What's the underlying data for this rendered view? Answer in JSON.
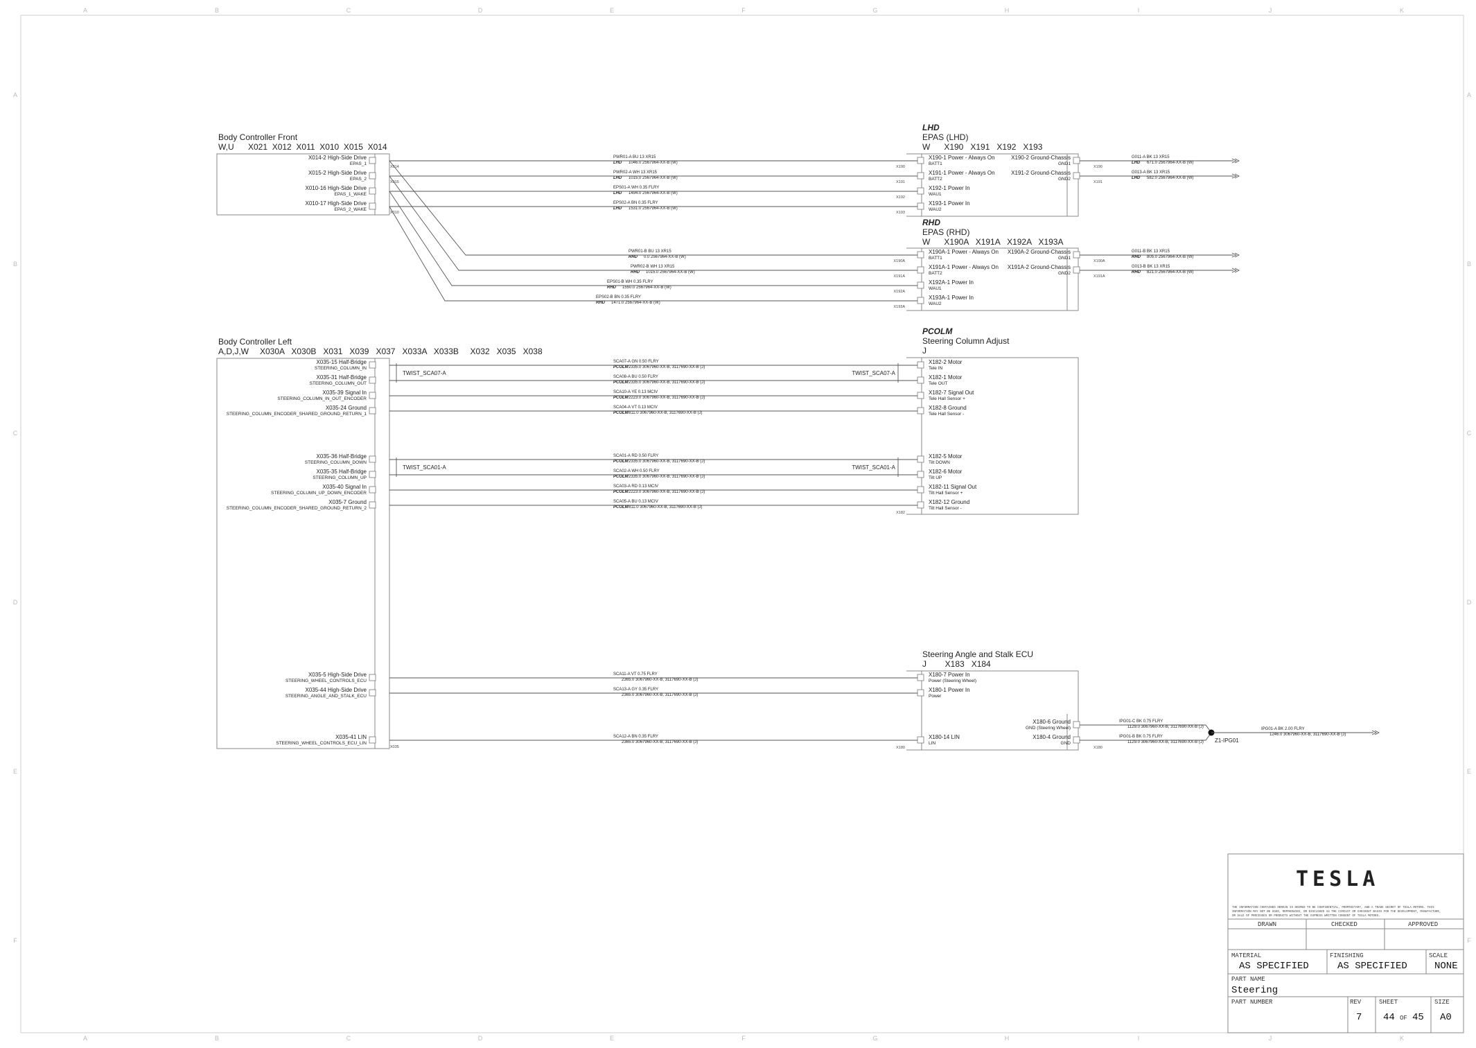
{
  "grid": {
    "columns": [
      "A",
      "B",
      "C",
      "D",
      "E",
      "F",
      "G",
      "H",
      "I",
      "J",
      "K"
    ],
    "rows": [
      "A",
      "B",
      "C",
      "D",
      "E",
      "F"
    ]
  },
  "bcf": {
    "title": "Body Controller Front",
    "variants": "W,U",
    "connectors": "X021  X012  X011  X010  X015  X014",
    "pins": [
      {
        "pin": "X014-2 High-Side Drive",
        "sig": "EPAS_1",
        "tag": "X014"
      },
      {
        "pin": "X015-2 High-Side Drive",
        "sig": "EPAS_2",
        "tag": "X015"
      },
      {
        "pin": "X010-16 High-Side Drive",
        "sig": "EPAS_1_WAKE",
        "tag": ""
      },
      {
        "pin": "X010-17 High-Side Drive",
        "sig": "EPAS_2_WAKE",
        "tag": "X010"
      }
    ]
  },
  "epas_lhd": {
    "variant": "LHD",
    "title": "EPAS (LHD)",
    "connectors": "W      X190   X191   X192   X193",
    "wires": [
      {
        "a": "PWR01-A   BU    13    XR15",
        "b": "1046.0    2567964-XX-B (W)",
        "v": "LHD"
      },
      {
        "a": "PWR02-A   WH    13    XR15",
        "b": "1015.0    2567964-XX-B (W)",
        "v": "LHD"
      },
      {
        "a": "EPS01-A   WH    0.35   FLRY",
        "b": "1494.0    2567964-XX-B (W)",
        "v": "LHD"
      },
      {
        "a": "EPS02-A   BN    0.35   FLRY",
        "b": "1531.0    2567964-XX-B (W)",
        "v": "LHD"
      }
    ],
    "tags": [
      "X190",
      "X191",
      "X192",
      "X193"
    ],
    "pins": [
      {
        "pin": "X190-1 Power - Always On",
        "sig": "BATT1"
      },
      {
        "pin": "X191-1 Power - Always On",
        "sig": "BATT2"
      },
      {
        "pin": "X192-1 Power In",
        "sig": "WAU1"
      },
      {
        "pin": "X193-1 Power In",
        "sig": "WAU2"
      }
    ],
    "gnd_pins": [
      {
        "pin": "X190-2 Ground-Chassis",
        "sig": "GND1",
        "tag": "X190"
      },
      {
        "pin": "X191-2 Ground-Chassis",
        "sig": "GND2",
        "tag": "X191"
      }
    ],
    "gnd_wires": [
      {
        "a": "G011-A   BK    13    XR15",
        "b": "671.0    2567964-XX-B (W)",
        "v": "LHD"
      },
      {
        "a": "G013-A   BK    13    XR15",
        "b": "582.0    2567964-XX-B (W)",
        "v": "LHD"
      }
    ]
  },
  "epas_rhd": {
    "variant": "RHD",
    "title": "EPAS (RHD)",
    "connectors": "W      X190A   X191A   X192A   X193A",
    "wires": [
      {
        "a": "PWR01-B   BU    13    XR15",
        "b": "0.0    2567964-XX-B (W)",
        "v": "RHD"
      },
      {
        "a": "PWR02-B   WH    13    XR15",
        "b": "1015.0    2567964-XX-B (W)",
        "v": "RHD"
      },
      {
        "a": "EPS01-B   WH    0.35   FLRY",
        "b": "1550.0    2567964-XX-B (W)",
        "v": "RHD"
      },
      {
        "a": "EPS02-B   BN    0.35   FLRY",
        "b": "1471.0    2567964-XX-B (W)",
        "v": "RHD"
      }
    ],
    "tags": [
      "X190A",
      "X191A",
      "X192A",
      "X193A"
    ],
    "pins": [
      {
        "pin": "X190A-1 Power - Always On",
        "sig": "BATT1"
      },
      {
        "pin": "X191A-1 Power - Always On",
        "sig": "BATT2"
      },
      {
        "pin": "X192A-1 Power In",
        "sig": "WAU1"
      },
      {
        "pin": "X193A-1 Power In",
        "sig": "WAU2"
      }
    ],
    "gnd_pins": [
      {
        "pin": "X190A-2 Ground-Chassis",
        "sig": "GND1",
        "tag": "X190A"
      },
      {
        "pin": "X191A-2 Ground-Chassis",
        "sig": "GND2",
        "tag": "X191A"
      }
    ],
    "gnd_wires": [
      {
        "a": "G011-B   BK    13    XR15",
        "b": "805.0    2567964-XX-B (W)",
        "v": "RHD"
      },
      {
        "a": "G013-B   BK    13    XR15",
        "b": "821.0    2567964-XX-B (W)",
        "v": "RHD"
      }
    ]
  },
  "bcl": {
    "title": "Body Controller Left",
    "variants": "A,D,J,W",
    "connectors": "X030A   X030B   X031   X039   X037   X033A   X033B     X032   X035   X038",
    "pins": [
      {
        "pin": "X035-15 Half-Bridge",
        "sig": "STEERING_COLUMN_IN"
      },
      {
        "pin": "X035-31 Half-Bridge",
        "sig": "STEERING_COLUMN_OUT"
      },
      {
        "pin": "X035-39 Signal In",
        "sig": "STEERING_COLUMN_IN_OUT_ENCODER"
      },
      {
        "pin": "X035-24 Ground",
        "sig": "STEERING_COLUMN_ENCODER_SHARED_GROUND_RETURN_1"
      },
      {
        "pin": "X035-36 Half-Bridge",
        "sig": "STEERING_COLUMN_DOWN"
      },
      {
        "pin": "X035-35 Half-Bridge",
        "sig": "STEERING_COLUMN_UP"
      },
      {
        "pin": "X035-40 Signal In",
        "sig": "STEERING_COLUMN_UP_DOWN_ENCODER"
      },
      {
        "pin": "X035-7 Ground",
        "sig": "STEERING_COLUMN_ENCODER_SHARED_GROUND_RETURN_2"
      },
      {
        "pin": "X035-5 High-Side Drive",
        "sig": "STEERING_WHEEL_CONTROLS_ECU"
      },
      {
        "pin": "X035-44 High-Side Drive",
        "sig": "STEERING_ANGLE_AND_STALK_ECU"
      },
      {
        "pin": "X035-41 LIN",
        "sig": "STEERING_WHEEL_CONTROLS_ECU_LIN"
      }
    ],
    "tag": "X035"
  },
  "pcolm": {
    "variant": "PCOLM",
    "title": "Steering Column Adjust",
    "connectors": "J",
    "twist_a": "TWIST_SCA07-A",
    "twist_b": "TWIST_SCA01-A",
    "tag": "X182",
    "wires": [
      {
        "a": "SCA07-A   GN    0.50   FLRY",
        "b": "2335.0    3067960-XX-B, 3117690-XX-B (J)",
        "v": "PCOLM"
      },
      {
        "a": "SCA08-A   BU    0.50   FLRY",
        "b": "2335.0    3067960-XX-B, 3117690-XX-B (J)",
        "v": "PCOLM"
      },
      {
        "a": "SCA10-A   YE    0.13   MCIV",
        "b": "2223.0    3067960-XX-B, 3117690-XX-B (J)",
        "v": "PCOLM"
      },
      {
        "a": "SCA04-A   VT    0.13   MCIV",
        "b": "811.0    3067960-XX-B, 3117690-XX-B (J)",
        "v": "PCOLM"
      },
      {
        "a": "SCA01-A   RD    0.50   FLRY",
        "b": "2335.0    3067960-XX-B, 3117690-XX-B (J)",
        "v": "PCOLM"
      },
      {
        "a": "SCA02-A   WH    0.50   FLRY",
        "b": "2335.0    3067960-XX-B, 3117690-XX-B (J)",
        "v": "PCOLM"
      },
      {
        "a": "SCA03-A   RD    0.13   MCIV",
        "b": "2223.0    3067960-XX-B, 3117690-XX-B (J)",
        "v": "PCOLM"
      },
      {
        "a": "SCA05-A   BU    0.13   MCIV",
        "b": "811.0    3067960-XX-B, 3117690-XX-B (J)",
        "v": "PCOLM"
      }
    ],
    "pins": [
      {
        "pin": "X182-2 Motor",
        "sig": "Tele IN"
      },
      {
        "pin": "X182-1 Motor",
        "sig": "Tele OUT"
      },
      {
        "pin": "X182-7 Signal Out",
        "sig": "Tele Hall Sensor +"
      },
      {
        "pin": "X182-8 Ground",
        "sig": "Tele Hall Sensor -"
      },
      {
        "pin": "X182-5 Motor",
        "sig": "Tilt DOWN"
      },
      {
        "pin": "X182-6 Motor",
        "sig": "Tilt UP"
      },
      {
        "pin": "X182-11 Signal Out",
        "sig": "Tilt Hall Sensor +"
      },
      {
        "pin": "X182-12 Ground",
        "sig": "Tilt Hall Sensor -"
      }
    ]
  },
  "sas": {
    "title": "Steering Angle and Stalk ECU",
    "connectors": "J        X183   X184",
    "tag": "X180",
    "wires": [
      {
        "a": "SCA11-A   VT    0.75   FLRY",
        "b": "2365.0    3067960-XX-B, 3117690-XX-B (J)"
      },
      {
        "a": "SCA13-A   GY    0.35   FLRY",
        "b": "2365.0    3067960-XX-B, 3117690-XX-B (J)"
      },
      {
        "a": "SCA12-A   BN    0.35   FLRY",
        "b": "2365.0    3067960-XX-B, 3117690-XX-B (J)"
      }
    ],
    "pins": [
      {
        "pin": "X180-7 Power In",
        "sig": "Power (Steering Wheel)"
      },
      {
        "pin": "X180-1 Power In",
        "sig": "Power"
      },
      {
        "pin": "X180-14 LIN",
        "sig": "LIN"
      }
    ],
    "gnd_pins": [
      {
        "pin": "X180-6 Ground",
        "sig": "GND (Steering Wheel)"
      },
      {
        "pin": "X180-4 Ground",
        "sig": "GND"
      }
    ],
    "gnd_wires": [
      {
        "a": "IPG01-C   BK    0.75   FLRY",
        "b": "1129.0    3067960-XX-B, 3117690-XX-B (J)"
      },
      {
        "a": "IPG01-B   BK    0.75   FLRY",
        "b": "1129.0    3067960-XX-B, 3117690-XX-B (J)"
      }
    ],
    "splice": "Z1-IPG01",
    "splice_wire": {
      "a": "IPG01-A   BK    2.00   FLRY",
      "b": "1246.0    3067960-XX-B, 3117690-XX-B (J)"
    }
  },
  "titleblock": {
    "logo": "TESLA",
    "legal": [
      "THE INFORMATION CONTAINED HEREIN IS DEEMED TO BE CONFIDENTIAL, PROPRIETARY, AND A TRADE SECRET OF TESLA MOTORS. THIS",
      "INFORMATION MAY NOT BE USED, REPRODUCED, OR DISCLOSED AS THE CIRCUIT OR CHECKOUT BASIS FOR THE DEVELOPMENT, MANUFACTURE,",
      "OR SALE OF PROCESSES OR PRODUCTS WITHOUT THE EXPRESS WRITTEN CONSENT OF TESLA MOTORS."
    ],
    "drawn": "DRAWN",
    "checked": "CHECKED",
    "approved": "APPROVED",
    "material_label": "MATERIAL",
    "material": "AS SPECIFIED",
    "finishing_label": "FINISHING",
    "finishing": "AS SPECIFIED",
    "scale_label": "SCALE",
    "scale": "NONE",
    "partname_label": "PART NAME",
    "partname": "Steering",
    "partnumber_label": "PART NUMBER",
    "rev_label": "REV",
    "rev": "7",
    "sheet_label": "SHEET",
    "sheet": "44",
    "sheet_of": "OF",
    "sheet_total": "45",
    "size_label": "SIZE",
    "size": "A0"
  }
}
